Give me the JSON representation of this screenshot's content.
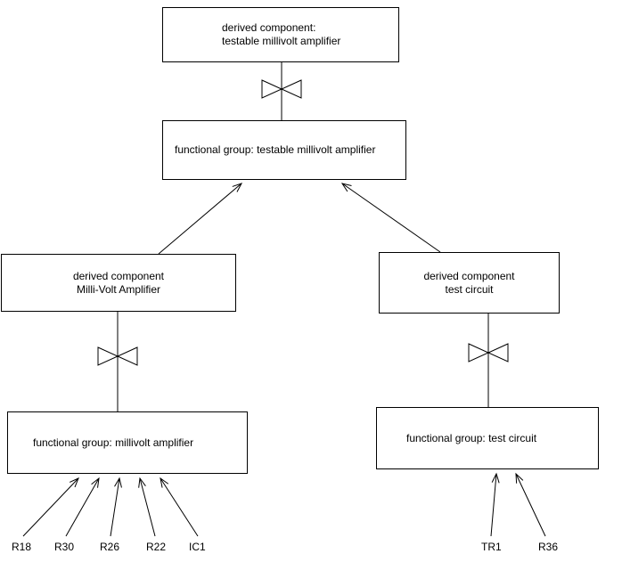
{
  "diagram": {
    "nodes": {
      "top_derived": {
        "line1": "derived component:",
        "line2": "testable millivolt amplifier"
      },
      "fg_testable": {
        "label": "functional group: testable millivolt amplifier"
      },
      "derived_mva": {
        "line1": "derived component",
        "line2": "Milli-Volt Amplifier"
      },
      "derived_test": {
        "line1": "derived component",
        "line2": "test circuit"
      },
      "fg_mva": {
        "label": "functional group: millivolt amplifier"
      },
      "fg_test": {
        "label": "functional group: test circuit"
      }
    },
    "leaves": {
      "left": [
        "R18",
        "R30",
        "R26",
        "R22",
        "IC1"
      ],
      "right": [
        "TR1",
        "R36"
      ]
    },
    "colors": {
      "line": "#000000",
      "background": "#ffffff"
    }
  }
}
